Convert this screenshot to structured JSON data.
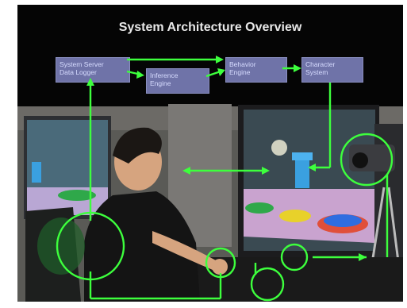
{
  "title": "System Architecture Overview",
  "boxes": {
    "system_server": "System Server\nData Logger",
    "inference_engine": "Inference\nEngine",
    "behavior_engine": "Behavior\nEngine",
    "character_system": "Character\nSystem"
  },
  "colors": {
    "slide_bg": "#050505",
    "box_fill": "#6f73a8",
    "box_text": "#d7dcff",
    "arrow": "#3dff3d",
    "title": "#e8e8e8"
  }
}
